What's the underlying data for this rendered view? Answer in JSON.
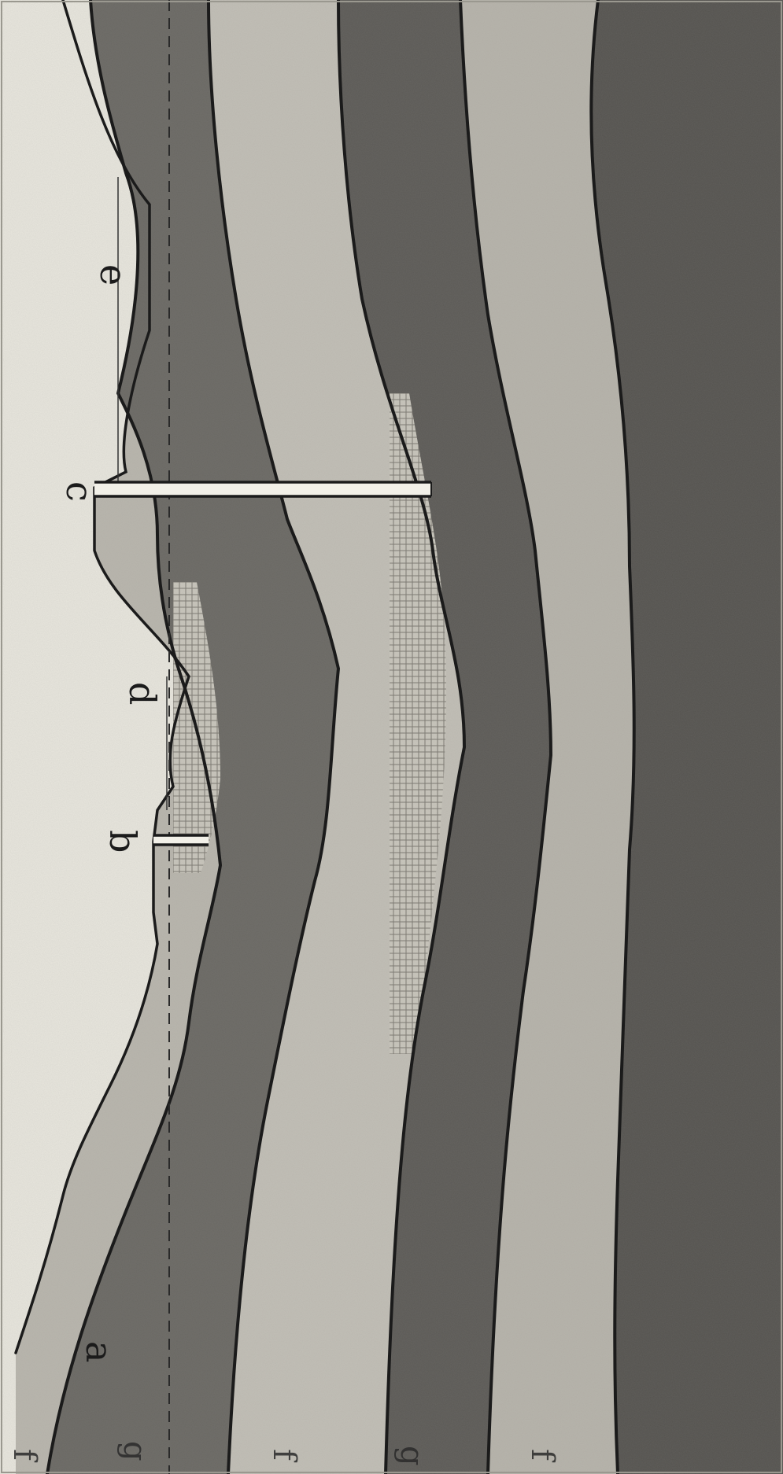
{
  "figure": {
    "orientation": "rotated-90-clockwise",
    "point_labels": [
      {
        "id": "a",
        "text": "a"
      },
      {
        "id": "b",
        "text": "b"
      },
      {
        "id": "c",
        "text": "c"
      },
      {
        "id": "d",
        "text": "d"
      },
      {
        "id": "e",
        "text": "e"
      }
    ],
    "layer_labels": [
      {
        "id": "f-top",
        "text": "f"
      },
      {
        "id": "g",
        "text": "g"
      },
      {
        "id": "f-mid",
        "text": "f"
      },
      {
        "id": "g-lower",
        "text": "g"
      },
      {
        "id": "f-lower",
        "text": "f"
      }
    ],
    "colors": {
      "paper": "#ebe9e0",
      "sky": "#e9e7de",
      "dark_stratum": "#5c5a56",
      "light_stratum": "#b9b6ad",
      "sand_hatch": "#8b8880",
      "ink": "#1b1b1b"
    }
  }
}
